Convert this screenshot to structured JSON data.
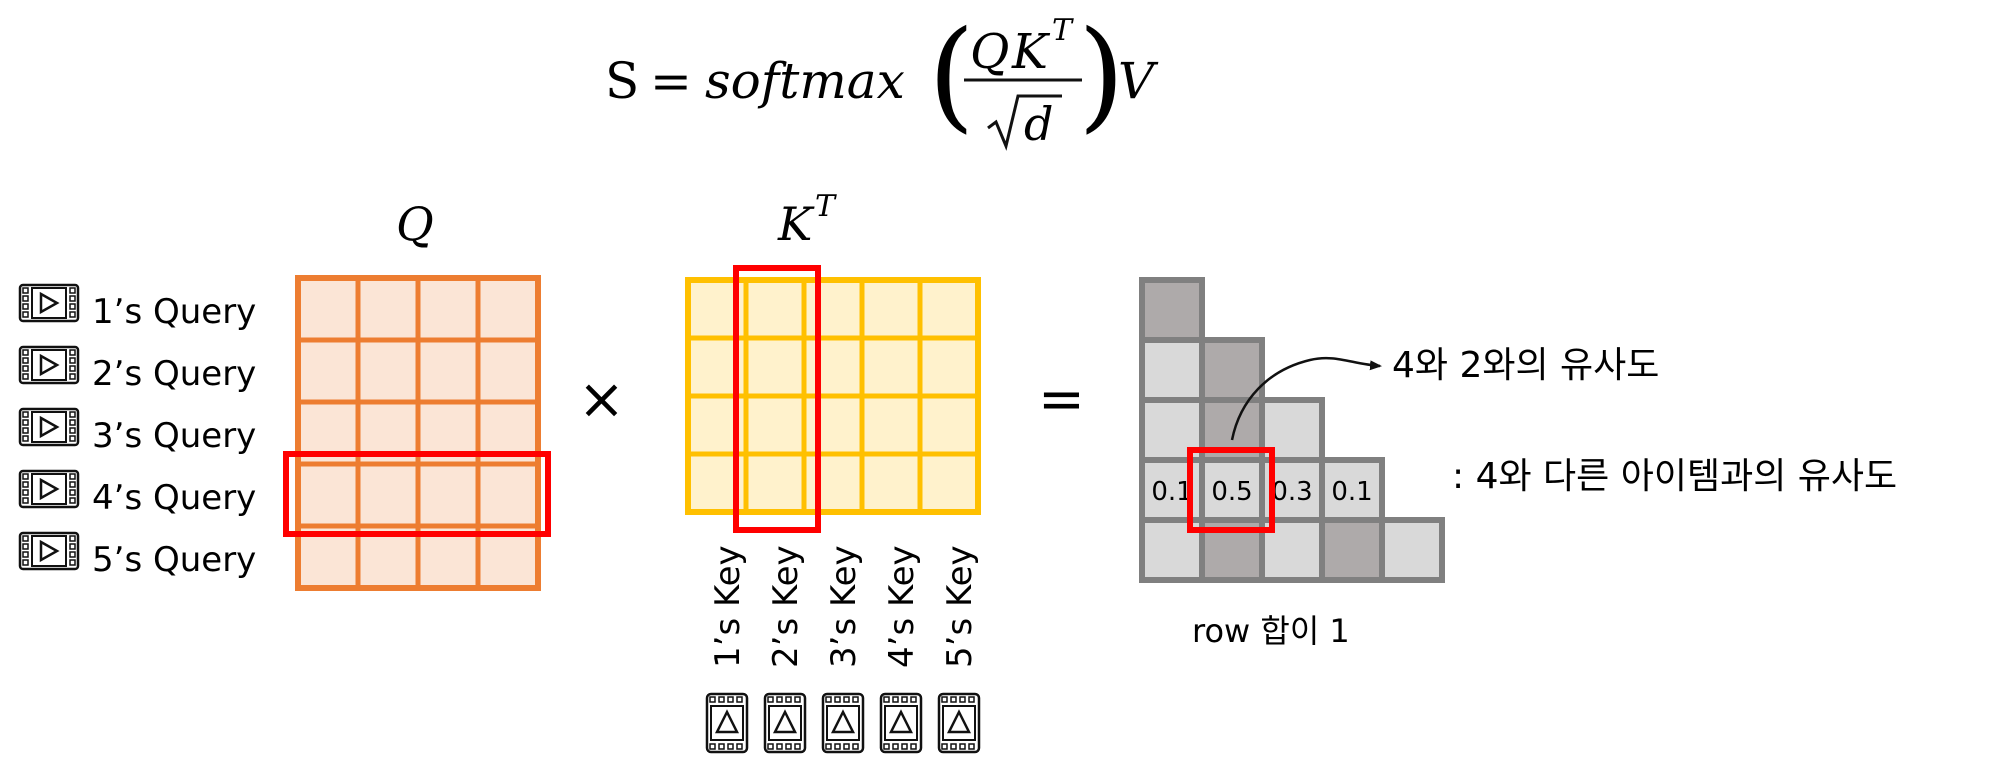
{
  "formula": {
    "lhs": "S",
    "equals": "=",
    "func": "softmax",
    "numerator_q": "Q",
    "numerator_k": "K",
    "numerator_sup": "T",
    "denominator_var": "d",
    "value": "V"
  },
  "q_matrix": {
    "title": "Q",
    "rows": 5,
    "cols": 4,
    "fill": "#fbe5d6",
    "stroke": "#ed7d31",
    "highlight_row": 4,
    "row_labels": [
      "1’s Query",
      "2’s Query",
      "3’s Query",
      "4’s Query",
      "5’s Query"
    ]
  },
  "k_matrix": {
    "title_var": "K",
    "title_sup": "T",
    "rows": 4,
    "cols": 5,
    "fill": "#fff2cc",
    "stroke": "#ffc000",
    "highlight_col": 2,
    "col_labels": [
      "1’s Key",
      "2’s Key",
      "3’s Key",
      "4’s Key",
      "5’s Key"
    ]
  },
  "operators": {
    "times": "×",
    "equals": "="
  },
  "result": {
    "size": 5,
    "stroke": "#808080",
    "light": "#d9d9d9",
    "dark": "#aeaaaa",
    "highlight_row": 4,
    "highlight_col": 2,
    "row4_values": [
      "0.1",
      "0.5",
      "0.3",
      "0.1"
    ],
    "caption": "row 합이 1"
  },
  "annotations": {
    "similarity_4_2": "4와 2와의 유사도",
    "similarity_4_others": ": 4와 다른 아이템과의 유사도"
  },
  "colors": {
    "highlight": "#ff0000"
  }
}
